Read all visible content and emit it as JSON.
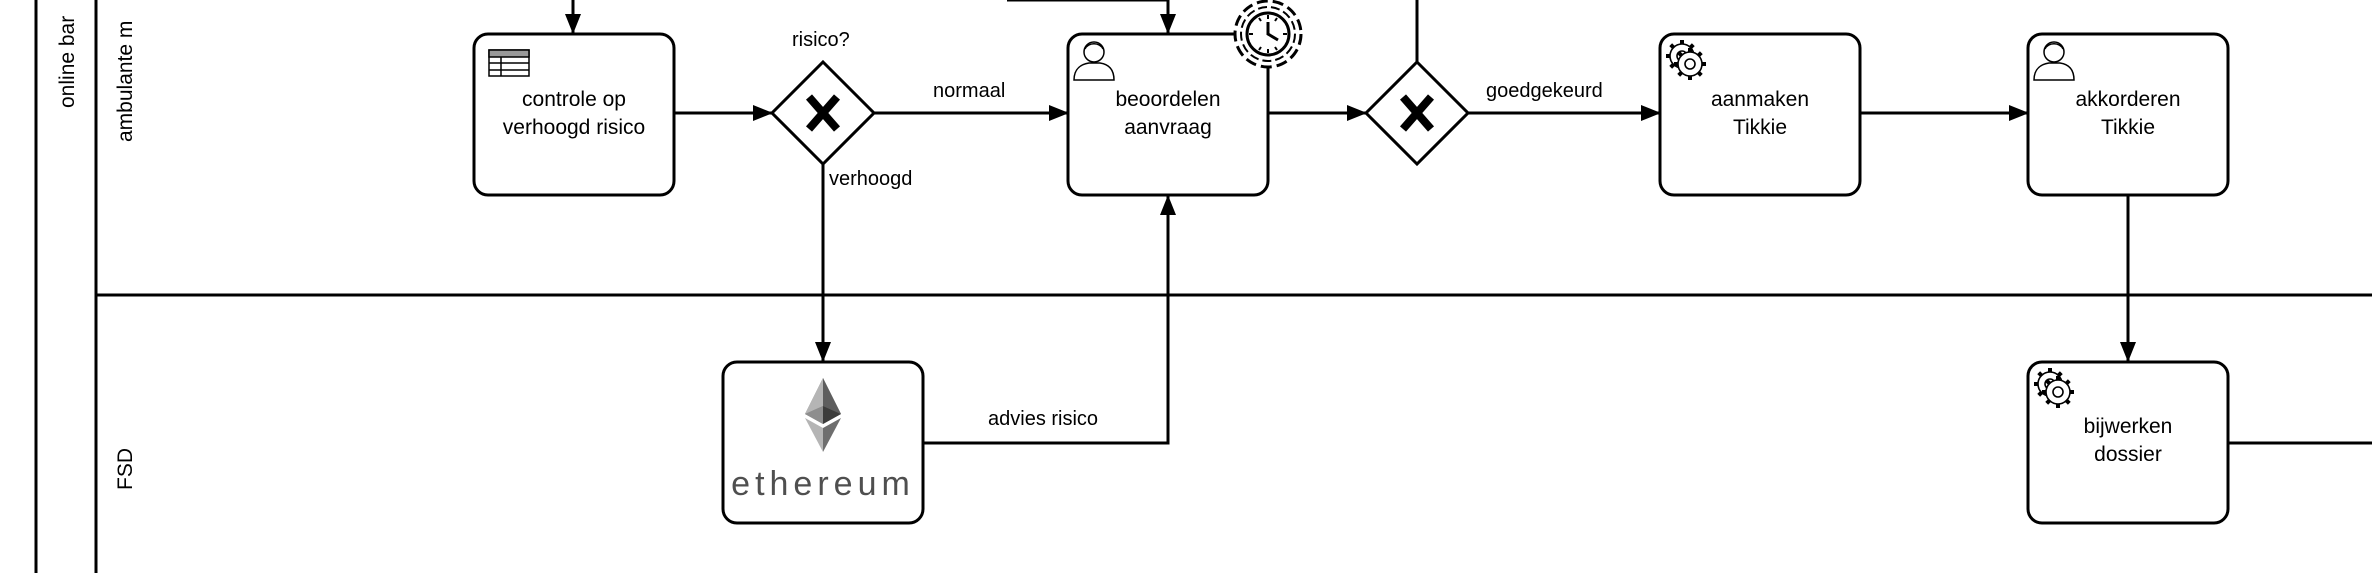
{
  "pool": {
    "label": "online bar"
  },
  "lanes": {
    "top": "ambulante m",
    "bottom": "FSD"
  },
  "tasks": {
    "controle": "controle op\nverhoogd risico",
    "beoordelen": "beoordelen\naanvraag",
    "aanmaken": "aanmaken\nTikkie",
    "akkorderen": "akkorderen\nTikkie",
    "bijwerken": "bijwerken\ndossier"
  },
  "gateways": {
    "risico_label": "risico?"
  },
  "flows": {
    "normaal": "normaal",
    "verhoogd": "verhoogd",
    "goedgekeurd": "goedgekeurd",
    "advies_risico": "advies risico"
  },
  "ethereum": {
    "wordmark": "ethereum"
  },
  "icons": {
    "controle": "business-rule-icon",
    "beoordelen": "user-task-icon",
    "aanmaken": "service-task-icon",
    "akkorderen": "user-task-icon",
    "bijwerken": "service-task-icon",
    "timer": "timer-icon",
    "ethereum": "ethereum-logo-icon"
  }
}
